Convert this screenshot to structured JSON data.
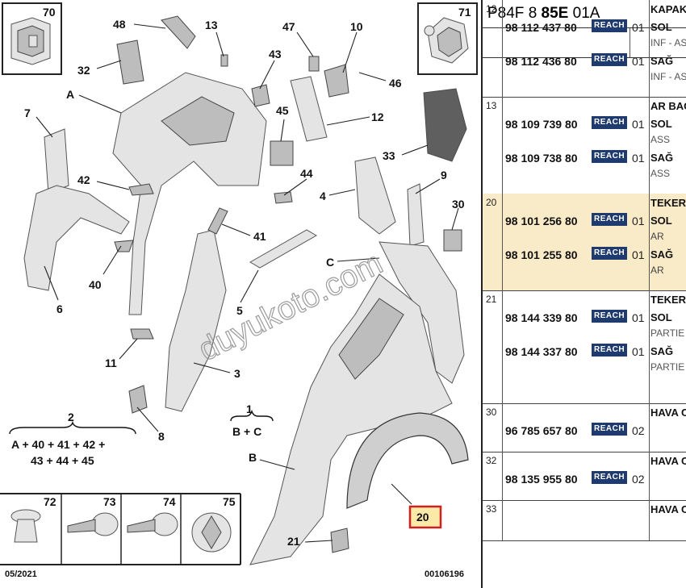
{
  "diagram": {
    "date": "05/2021",
    "ref": "00106196",
    "highlight_part": "20",
    "watermark": "duyukoto.com",
    "labels": [
      "48",
      "13",
      "47",
      "10",
      "32",
      "43",
      "46",
      "A",
      "45",
      "12",
      "7",
      "33",
      "44",
      "9",
      "42",
      "4",
      "30",
      "41",
      "C",
      "40",
      "6",
      "5",
      "11",
      "3",
      "8",
      "1",
      "B",
      "2",
      "21"
    ],
    "formula_1_line1": "B + C",
    "formula_2_line1": "A + 40 + 41 + 42 +",
    "formula_2_line2": "43 + 44 + 45",
    "insets": [
      "70",
      "71",
      "72",
      "73",
      "74",
      "75"
    ]
  },
  "table": {
    "header_prefix": "P84F 8 ",
    "header_bold": "85E",
    "header_suffix": " 01A",
    "groups": [
      {
        "no": "12",
        "desc": "KAPAK",
        "rows": [
          {
            "pn": "98 112 437 80",
            "badge": "REACH",
            "qty": "01",
            "side": "SOL",
            "note": "INF - AS"
          },
          {
            "pn": "98 112 436 80",
            "badge": "REACH",
            "qty": "01",
            "side": "SAĞ",
            "note": "INF - AS"
          }
        ]
      },
      {
        "no": "13",
        "desc": "AR BAG",
        "rows": [
          {
            "pn": "98 109 739 80",
            "badge": "REACH",
            "qty": "01",
            "side": "SOL",
            "note": "ASS"
          },
          {
            "pn": "98 109 738 80",
            "badge": "REACH",
            "qty": "01",
            "side": "SAĞ",
            "note": "ASS"
          }
        ]
      },
      {
        "no": "20",
        "desc": "TEKER",
        "rows": [
          {
            "pn": "98 101 256 80",
            "badge": "REACH",
            "qty": "01",
            "side": "SOL",
            "note": "AR"
          },
          {
            "pn": "98 101 255 80",
            "badge": "REACH",
            "qty": "01",
            "side": "SAĞ",
            "note": "AR"
          }
        ]
      },
      {
        "no": "21",
        "desc": "TEKER",
        "rows": [
          {
            "pn": "98 144 339 80",
            "badge": "REACH",
            "qty": "01",
            "side": "SOL",
            "note": "PARTIE"
          },
          {
            "pn": "98 144 337 80",
            "badge": "REACH",
            "qty": "01",
            "side": "SAĞ",
            "note": "PARTIE"
          }
        ]
      },
      {
        "no": "30",
        "desc": "HAVA C",
        "rows": [
          {
            "pn": "96 785 657 80",
            "badge": "REACH",
            "qty": "02",
            "side": "",
            "note": ""
          }
        ]
      },
      {
        "no": "32",
        "desc": "HAVA C",
        "rows": [
          {
            "pn": "98 135 955 80",
            "badge": "REACH",
            "qty": "02",
            "side": "",
            "note": ""
          }
        ]
      },
      {
        "no": "33",
        "desc": "HAVA C",
        "rows": []
      }
    ]
  }
}
